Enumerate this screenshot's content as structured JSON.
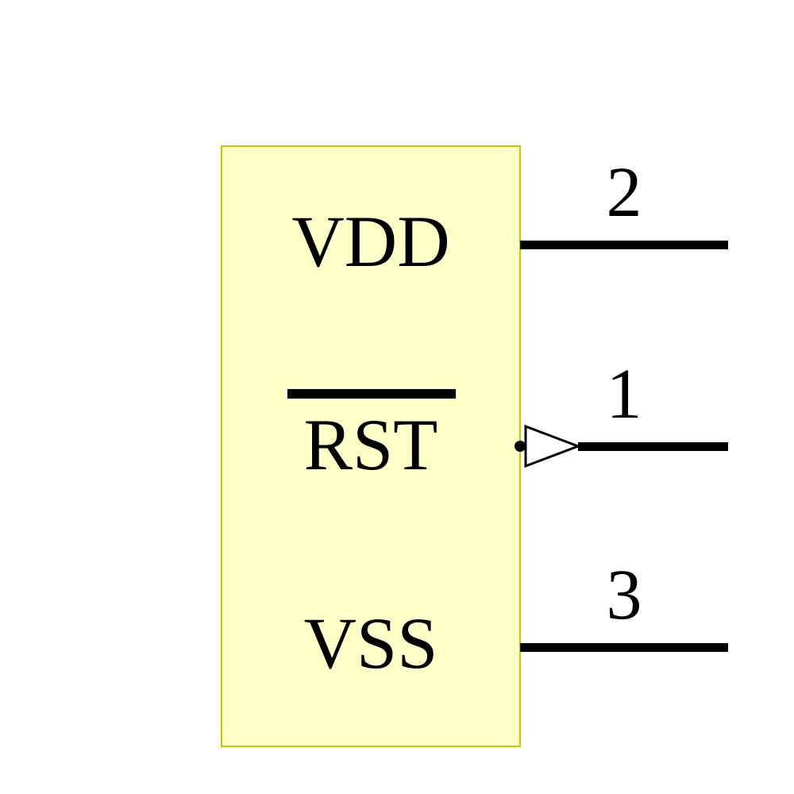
{
  "schematic": {
    "background_color": "#FFFFFF",
    "body": {
      "fill_color": "#FFFFC8",
      "border_color": "#C8C800"
    },
    "pins": [
      {
        "label": "VDD",
        "number": "2",
        "overline": false,
        "side": "right"
      },
      {
        "label": "RST",
        "number": "1",
        "overline": true,
        "side": "right",
        "decoration": "inverted-input-triangle"
      },
      {
        "label": "VSS",
        "number": "3",
        "overline": false,
        "side": "right"
      }
    ]
  }
}
